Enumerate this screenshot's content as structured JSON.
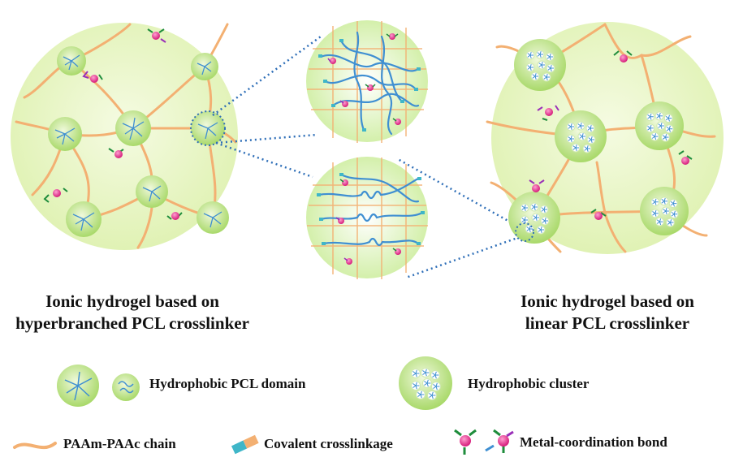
{
  "captions": {
    "left_line1": "Ionic hydrogel based on",
    "left_line2": "hyperbranched PCL crosslinker",
    "right_line1": "Ionic hydrogel based on",
    "right_line2": "linear PCL crosslinker"
  },
  "legend": {
    "pcl_domain": "Hydrophobic PCL domain",
    "cluster": "Hydrophobic cluster",
    "chain": "PAAm-PAAc chain",
    "crosslink": "Covalent crosslinkage",
    "metal": "Metal-coordination bond"
  },
  "colors": {
    "gel": "#e7f6c2",
    "domain": "#b9e27e",
    "chain": "#f3b072",
    "pcl": "#3f8fd2",
    "metal": "#e8479a",
    "ligand_green": "#1f8d3c",
    "ligand_purple": "#9a2fb8",
    "link_dots": "#2f6fb8"
  }
}
